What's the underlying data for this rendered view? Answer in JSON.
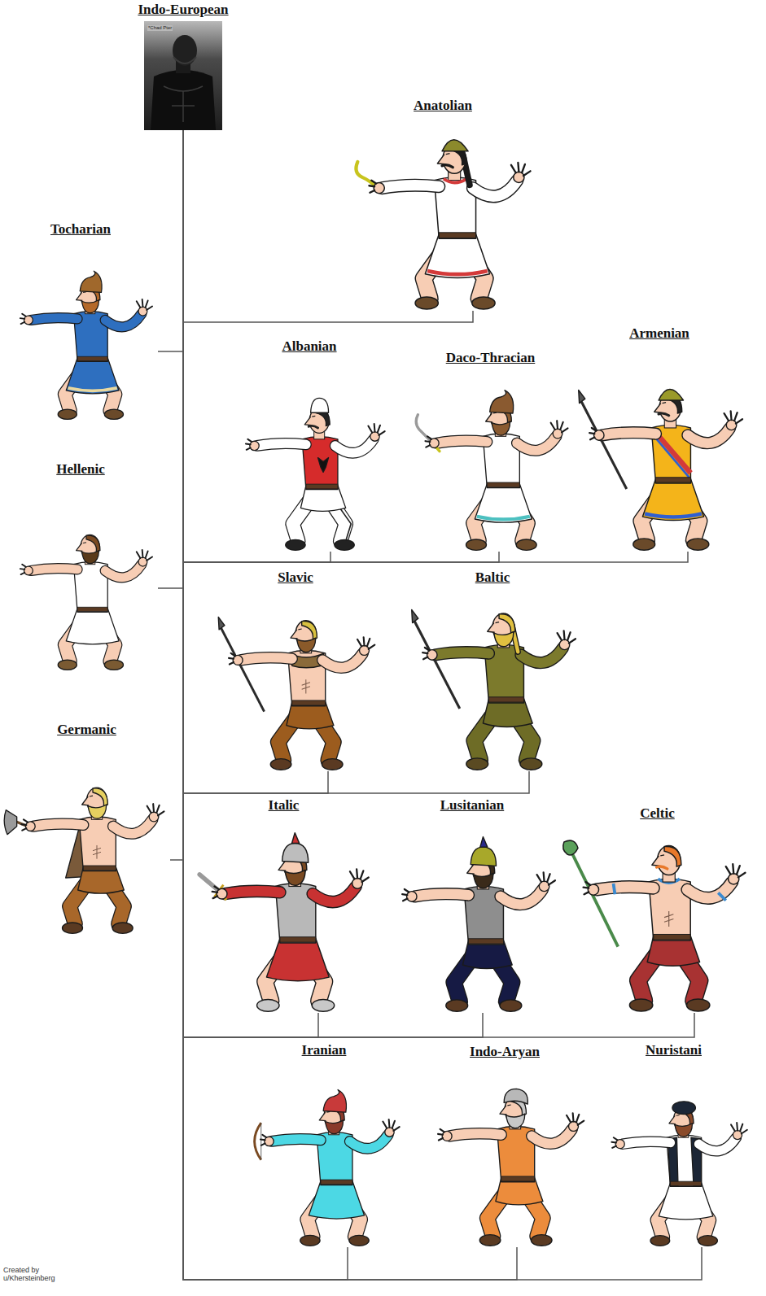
{
  "diagram": {
    "nodes": [
      {
        "text": [
          "Indo-European"
        ]
      },
      {
        "text": [
          "Anatolian"
        ]
      },
      {
        "text": [
          "Tocharian"
        ]
      },
      {
        "text": [
          "Albanian"
        ]
      },
      {
        "text": [
          "Daco-Thracian"
        ]
      },
      {
        "text": [
          "Armenian"
        ]
      },
      {
        "text": [
          "Hellenic"
        ]
      },
      {
        "text": [
          "Slavic"
        ]
      },
      {
        "text": [
          "Baltic"
        ]
      },
      {
        "text": [
          "Germanic"
        ]
      },
      {
        "text": [
          "Italic"
        ]
      },
      {
        "text": [
          "Lusitanian"
        ]
      },
      {
        "text": [
          "Celtic"
        ]
      },
      {
        "text": [
          "Iranian"
        ]
      },
      {
        "text": [
          "Indo-Aryan"
        ]
      },
      {
        "text": [
          "Nuristani"
        ]
      }
    ],
    "edges": [
      {
        "from": 0,
        "to": 1,
        "arrow": "none"
      },
      {
        "from": 0,
        "to": 2,
        "arrow": "none"
      },
      {
        "from": 0,
        "to": 3,
        "arrow": "none"
      },
      {
        "from": 0,
        "to": 4,
        "arrow": "none"
      },
      {
        "from": 0,
        "to": 5,
        "arrow": "none"
      },
      {
        "from": 0,
        "to": 6,
        "arrow": "none"
      },
      {
        "from": 0,
        "to": 7,
        "arrow": "none"
      },
      {
        "from": 0,
        "to": 8,
        "arrow": "none"
      },
      {
        "from": 0,
        "to": 9,
        "arrow": "none"
      },
      {
        "from": 0,
        "to": 10,
        "arrow": "none"
      },
      {
        "from": 0,
        "to": 11,
        "arrow": "none"
      },
      {
        "from": 0,
        "to": 12,
        "arrow": "none"
      },
      {
        "from": 0,
        "to": 13,
        "arrow": "none"
      },
      {
        "from": 0,
        "to": 14,
        "arrow": "none"
      },
      {
        "from": 0,
        "to": 15,
        "arrow": "none"
      }
    ],
    "labels": [
      "*Chad Pter",
      "Created by u/Khersteinberg"
    ]
  }
}
